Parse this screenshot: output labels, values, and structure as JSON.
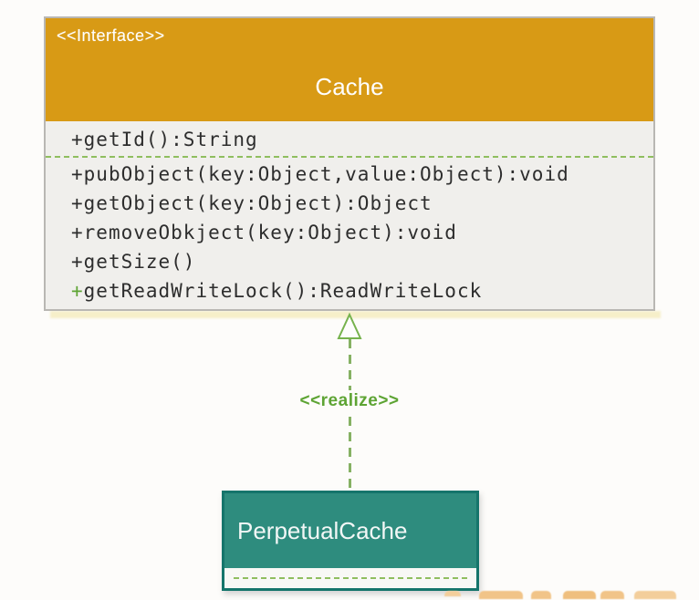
{
  "cache_interface": {
    "stereotype": "<<Interface>>",
    "name": "Cache",
    "attribute": {
      "sign": "+",
      "text": "getId():String"
    },
    "operations": [
      {
        "sign": "+",
        "text": "pubObject(key:Object,value:Object):void"
      },
      {
        "sign": "+",
        "text": "getObject(key:Object):Object"
      },
      {
        "sign": "+",
        "text": "removeObkject(key:Object):void"
      },
      {
        "sign": "+",
        "text": "getSize()"
      },
      {
        "sign": "+",
        "text": "getReadWriteLock():ReadWriteLock"
      }
    ],
    "colors": {
      "header": "#D89A15",
      "body": "#F0EFEC",
      "border": "#B9B7B3",
      "text": "#2D2D2D",
      "shadow": "#F6EFC9"
    }
  },
  "realization": {
    "label": "<<realize>>",
    "line_color": "#86B163",
    "label_color": "#5EA434",
    "triangle_stroke": "#76B24D"
  },
  "perpetual_class": {
    "name": "PerpetualCache",
    "colors": {
      "fill": "#2E8C7E",
      "border": "#15756B",
      "strip": "#F8F8F5",
      "text": "#F2F7F6",
      "dash": "#8FBE5F"
    }
  },
  "watermark": {
    "color": "#F1C488"
  }
}
